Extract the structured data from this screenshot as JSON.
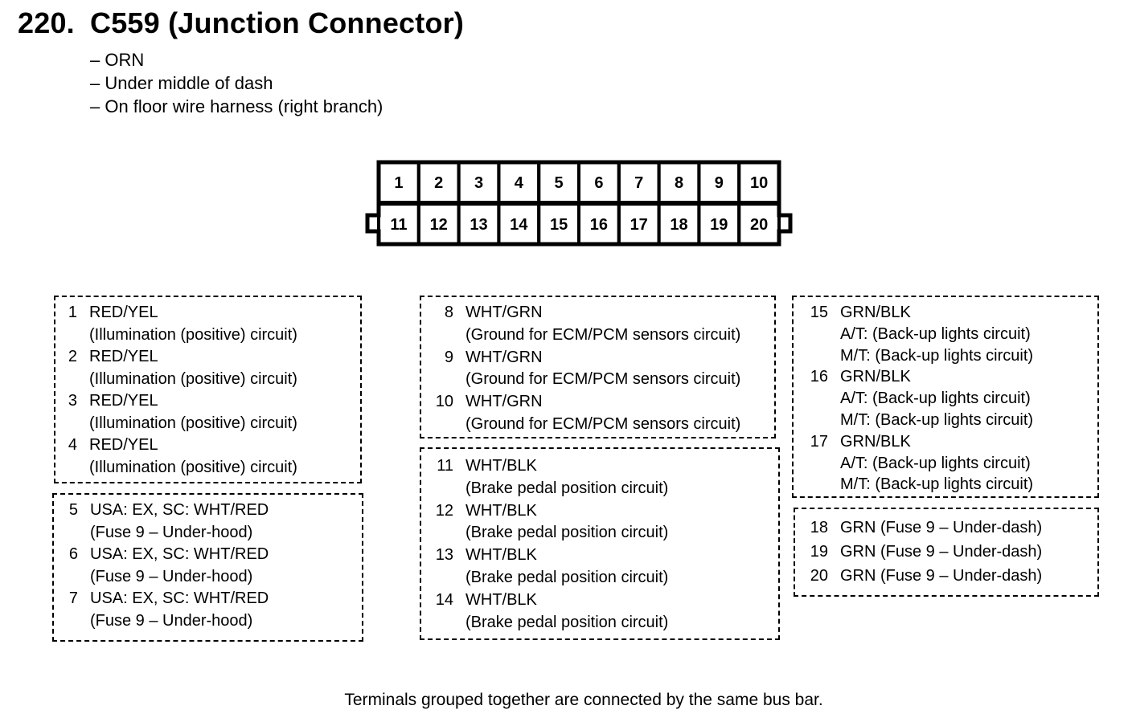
{
  "header": {
    "number": "220.",
    "title": "C559 (Junction Connector)",
    "details": [
      "– ORN",
      "– Under middle of dash",
      "– On floor wire harness (right branch)"
    ]
  },
  "connector": {
    "top_row": [
      "1",
      "2",
      "3",
      "4",
      "5",
      "6",
      "7",
      "8",
      "9",
      "10"
    ],
    "bottom_row": [
      "11",
      "12",
      "13",
      "14",
      "15",
      "16",
      "17",
      "18",
      "19",
      "20"
    ]
  },
  "groups": [
    {
      "id": "g1",
      "pins": [
        {
          "pin": "1",
          "wire": "RED/YEL",
          "desc": [
            "(Illumination (positive) circuit)"
          ]
        },
        {
          "pin": "2",
          "wire": "RED/YEL",
          "desc": [
            "(Illumination (positive) circuit)"
          ]
        },
        {
          "pin": "3",
          "wire": "RED/YEL",
          "desc": [
            "(Illumination (positive) circuit)"
          ]
        },
        {
          "pin": "4",
          "wire": "RED/YEL",
          "desc": [
            "(Illumination (positive) circuit)"
          ]
        }
      ]
    },
    {
      "id": "g2",
      "pins": [
        {
          "pin": "5",
          "wire": "USA: EX, SC: WHT/RED",
          "desc": [
            "(Fuse 9 – Under-hood)"
          ]
        },
        {
          "pin": "6",
          "wire": "USA: EX, SC: WHT/RED",
          "desc": [
            "(Fuse 9 – Under-hood)"
          ]
        },
        {
          "pin": "7",
          "wire": "USA: EX, SC: WHT/RED",
          "desc": [
            "(Fuse 9 – Under-hood)"
          ]
        }
      ]
    },
    {
      "id": "g3",
      "pins": [
        {
          "pin": "8",
          "wire": "WHT/GRN",
          "desc": [
            "(Ground for ECM/PCM sensors circuit)"
          ]
        },
        {
          "pin": "9",
          "wire": "WHT/GRN",
          "desc": [
            "(Ground for ECM/PCM sensors circuit)"
          ]
        },
        {
          "pin": "10",
          "wire": "WHT/GRN",
          "desc": [
            "(Ground for ECM/PCM sensors circuit)"
          ]
        }
      ]
    },
    {
      "id": "g4",
      "pins": [
        {
          "pin": "11",
          "wire": "WHT/BLK",
          "desc": [
            "(Brake pedal position circuit)"
          ]
        },
        {
          "pin": "12",
          "wire": "WHT/BLK",
          "desc": [
            "(Brake pedal position circuit)"
          ]
        },
        {
          "pin": "13",
          "wire": "WHT/BLK",
          "desc": [
            "(Brake pedal position circuit)"
          ]
        },
        {
          "pin": "14",
          "wire": "WHT/BLK",
          "desc": [
            "(Brake pedal position circuit)"
          ]
        }
      ]
    },
    {
      "id": "g5",
      "pins": [
        {
          "pin": "15",
          "wire": "GRN/BLK",
          "desc": [
            "A/T: (Back-up lights circuit)",
            "M/T: (Back-up lights circuit)"
          ]
        },
        {
          "pin": "16",
          "wire": "GRN/BLK",
          "desc": [
            "A/T: (Back-up lights circuit)",
            "M/T: (Back-up lights circuit)"
          ]
        },
        {
          "pin": "17",
          "wire": "GRN/BLK",
          "desc": [
            "A/T: (Back-up lights circuit)",
            "M/T: (Back-up lights circuit)"
          ]
        }
      ]
    },
    {
      "id": "g6",
      "pins": [
        {
          "pin": "18",
          "wire": "GRN (Fuse 9 – Under-dash)",
          "desc": []
        },
        {
          "pin": "19",
          "wire": "GRN (Fuse 9 – Under-dash)",
          "desc": []
        },
        {
          "pin": "20",
          "wire": "GRN (Fuse 9 – Under-dash)",
          "desc": []
        }
      ]
    }
  ],
  "footer": "Terminals grouped together are connected by the same bus bar."
}
